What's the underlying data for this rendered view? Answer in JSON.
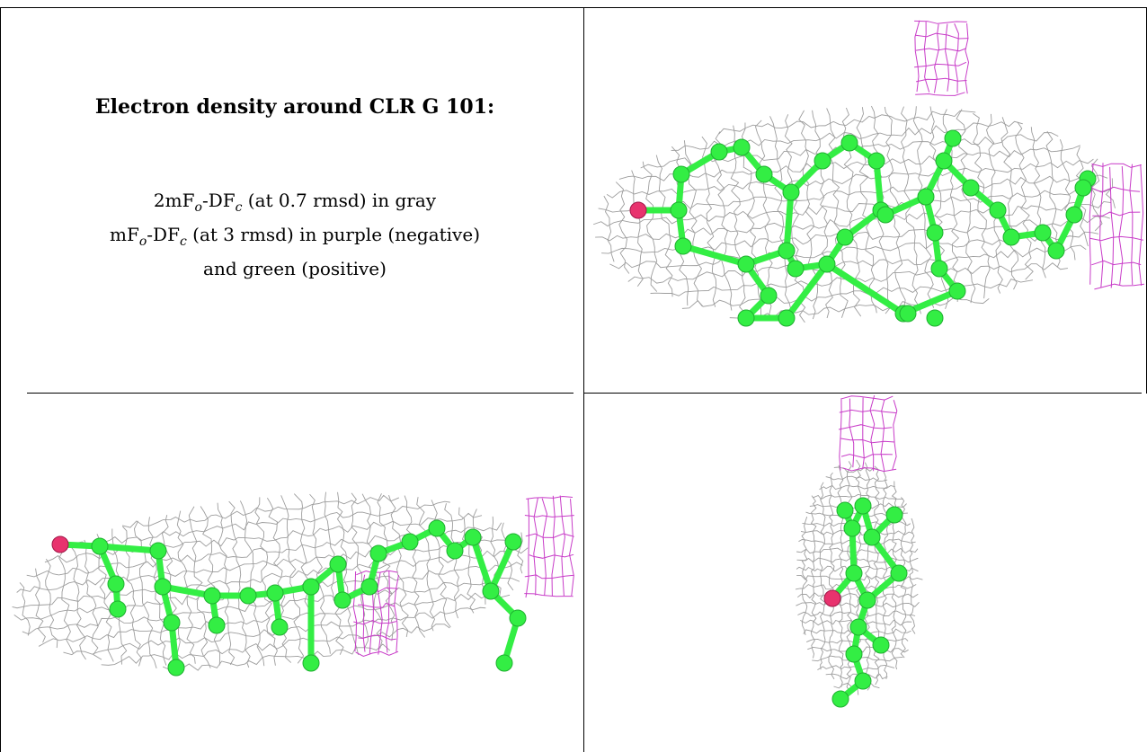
{
  "caption": {
    "title": "Electron density around CLR G 101:",
    "line1": {
      "pre": "2mF",
      "sub1": "o",
      "mid": "-DF",
      "sub2": "c",
      "post": " (at 0.7 rmsd) in gray"
    },
    "line2": {
      "pre": "mF",
      "sub1": "o",
      "mid": "-DF",
      "sub2": "c",
      "post": " (at 3 rmsd) in purple (negative)"
    },
    "line3": "and green (positive)"
  },
  "colors": {
    "mesh_gray": "#8c8c8c",
    "mesh_purple": "#c83cc8",
    "atom_green": "#33ee44",
    "atom_red": "#e8336e"
  }
}
